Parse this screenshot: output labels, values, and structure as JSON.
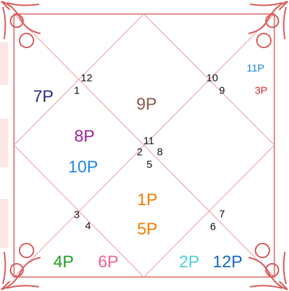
{
  "colors": {
    "frame": "#e58a8a",
    "line": "#ef9a9a",
    "ornament": "#d75a5a",
    "left_tint": "#fbe7e7"
  },
  "house_numbers": {
    "h12": "12",
    "h1": "1",
    "h10": "10",
    "h9": "9",
    "h11": "11",
    "h2": "2",
    "h8": "8",
    "h5": "5",
    "h3": "3",
    "h4": "4",
    "h7": "7",
    "h6": "6"
  },
  "planets": {
    "p7": {
      "label": "7P",
      "color": "#2d2a8a"
    },
    "p9": {
      "label": "9P",
      "color": "#8a5a4a"
    },
    "p11": {
      "label": "11P",
      "color": "#1e88e5"
    },
    "p3": {
      "label": "3P",
      "color": "#d32f2f"
    },
    "p8": {
      "label": "8P",
      "color": "#a0229a"
    },
    "p10": {
      "label": "10P",
      "color": "#1e88e5"
    },
    "p1": {
      "label": "1P",
      "color": "#f57c00"
    },
    "p5": {
      "label": "5P",
      "color": "#f57c00"
    },
    "p4": {
      "label": "4P",
      "color": "#1f9e1f"
    },
    "p6": {
      "label": "6P",
      "color": "#f06292"
    },
    "p2": {
      "label": "2P",
      "color": "#4dd0e1"
    },
    "p12": {
      "label": "12P",
      "color": "#1565c0"
    }
  }
}
